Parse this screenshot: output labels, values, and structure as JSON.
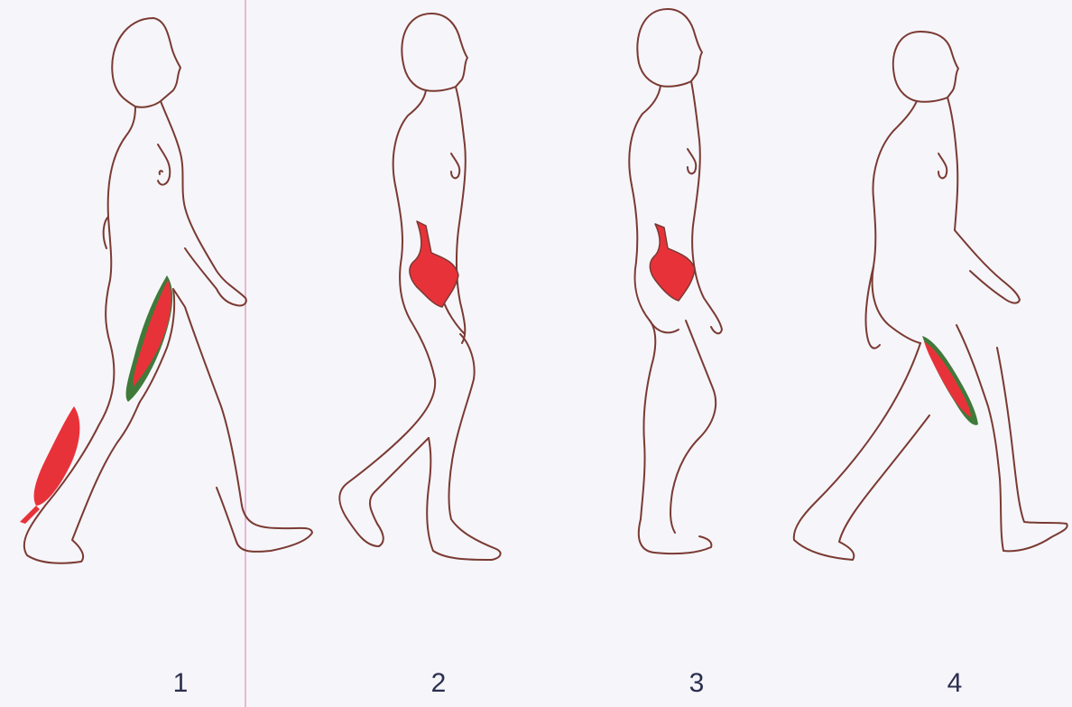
{
  "figures": [
    {
      "label": "1",
      "highlighted_muscles": [
        "calf-muscle",
        "thigh-muscle"
      ]
    },
    {
      "label": "2",
      "highlighted_muscles": [
        "hip-muscle"
      ]
    },
    {
      "label": "3",
      "highlighted_muscles": [
        "hip-muscle"
      ]
    },
    {
      "label": "4",
      "highlighted_muscles": [
        "thigh-muscle"
      ]
    }
  ],
  "colors": {
    "background": "#f6f5fa",
    "outline": "#7a3a32",
    "muscle_fill": "#e8323a",
    "muscle_shade": "#3f7a3a",
    "divider": "#e9b8d2",
    "label": "#2b2f4f"
  }
}
